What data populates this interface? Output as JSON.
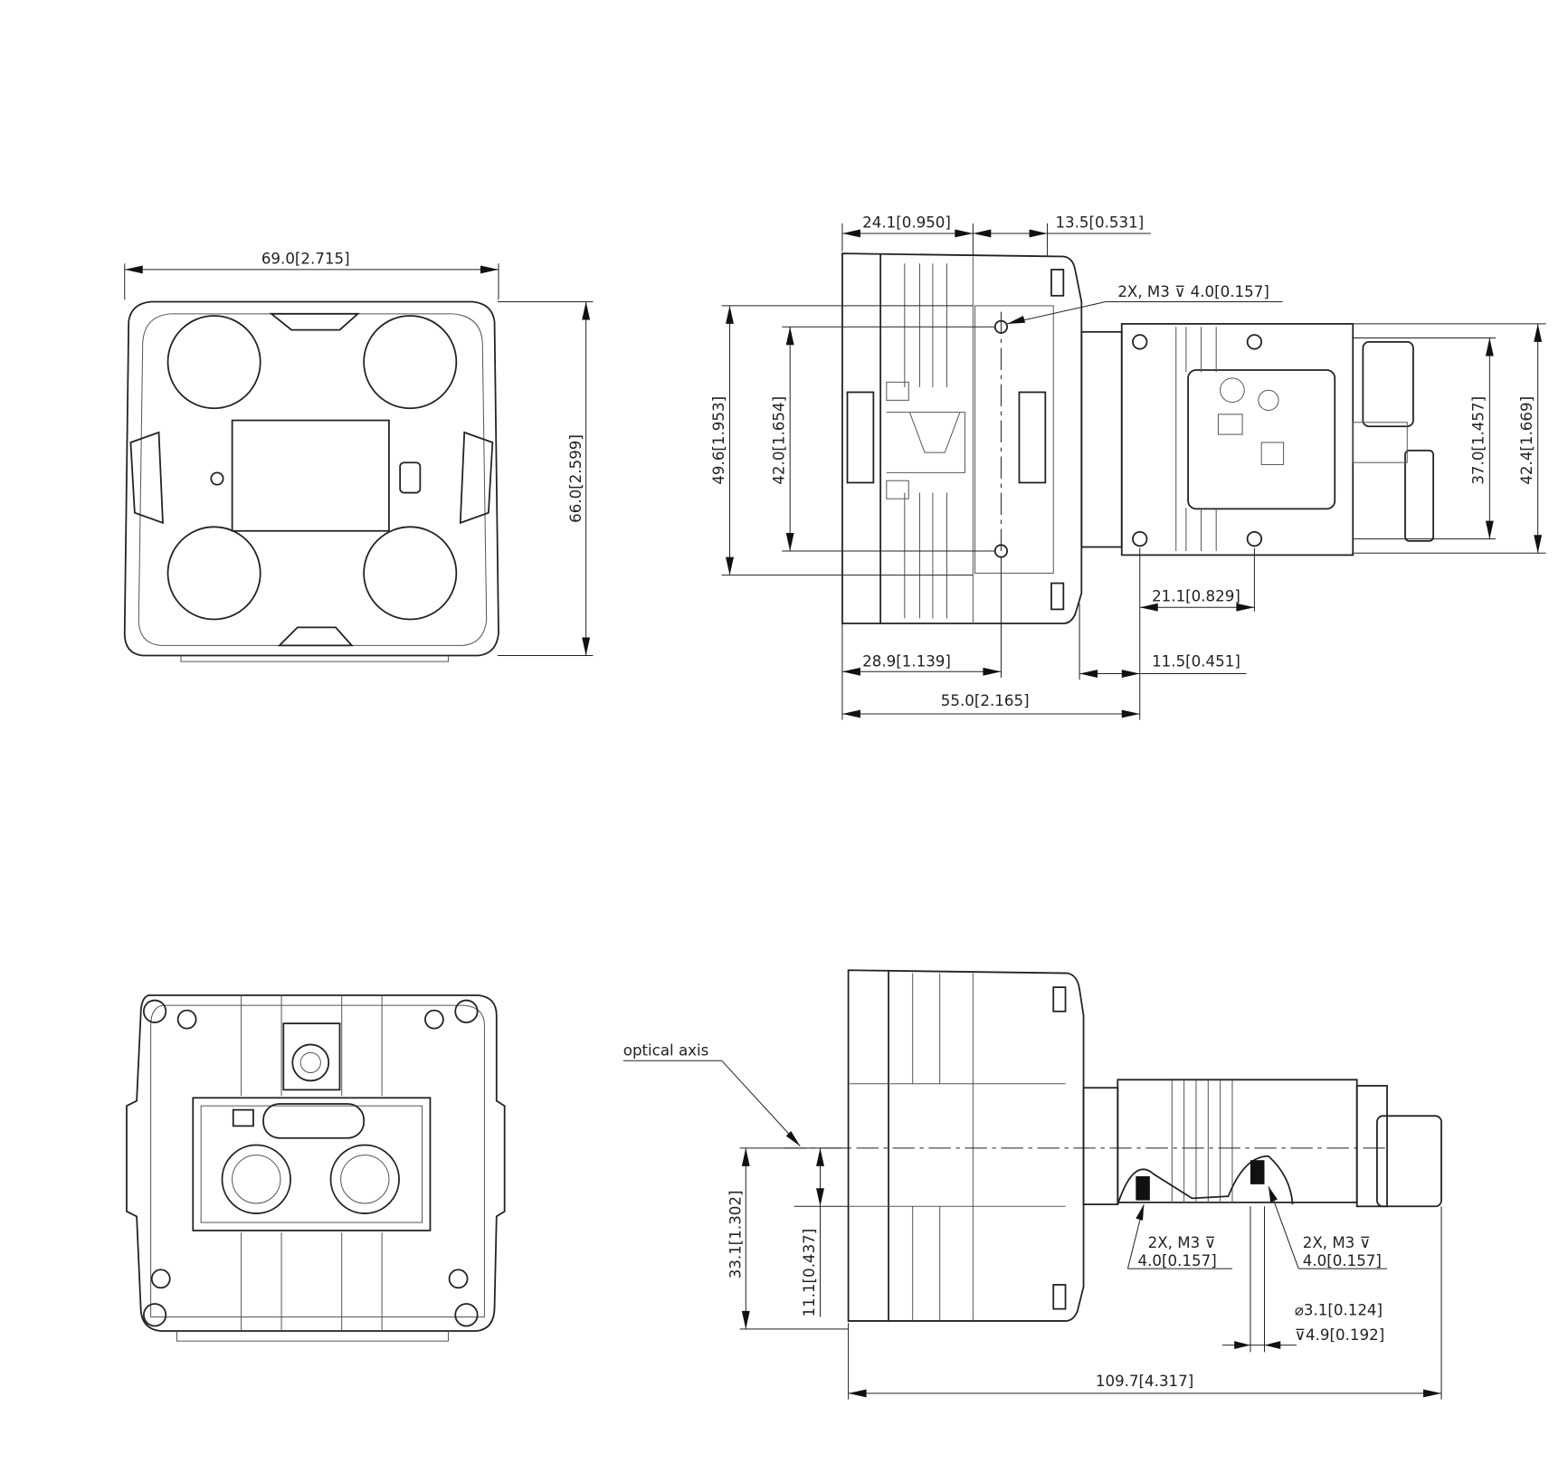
{
  "front_view": {
    "width_dim": "69.0[2.715]",
    "height_dim": "66.0[2.599]"
  },
  "side_view": {
    "dim_24_1": "24.1[0.950]",
    "dim_13_5": "13.5[0.531]",
    "thread_callout": "2X, M3 ⊽ 4.0[0.157]",
    "dim_49_6": "49.6[1.953]",
    "dim_42_0": "42.0[1.654]",
    "dim_37_0": "37.0[1.457]",
    "dim_42_4": "42.4[1.669]",
    "dim_21_1": "21.1[0.829]",
    "dim_28_9": "28.9[1.139]",
    "dim_11_5": "11.5[0.451]",
    "dim_55_0": "55.0[2.165]"
  },
  "bottom_side_view": {
    "optical_axis_label": "optical axis",
    "dim_33_1": "33.1[1.302]",
    "dim_11_1": "11.1[0.437]",
    "thread_left_line1": "2X, M3 ⊽",
    "thread_left_line2": "4.0[0.157]",
    "thread_right_line1": "2X, M3 ⊽",
    "thread_right_line2": "4.0[0.157]",
    "hole_diameter": "⌀3.1[0.124]",
    "hole_depth": "⊽4.9[0.192]",
    "overall_length": "109.7[4.317]"
  }
}
